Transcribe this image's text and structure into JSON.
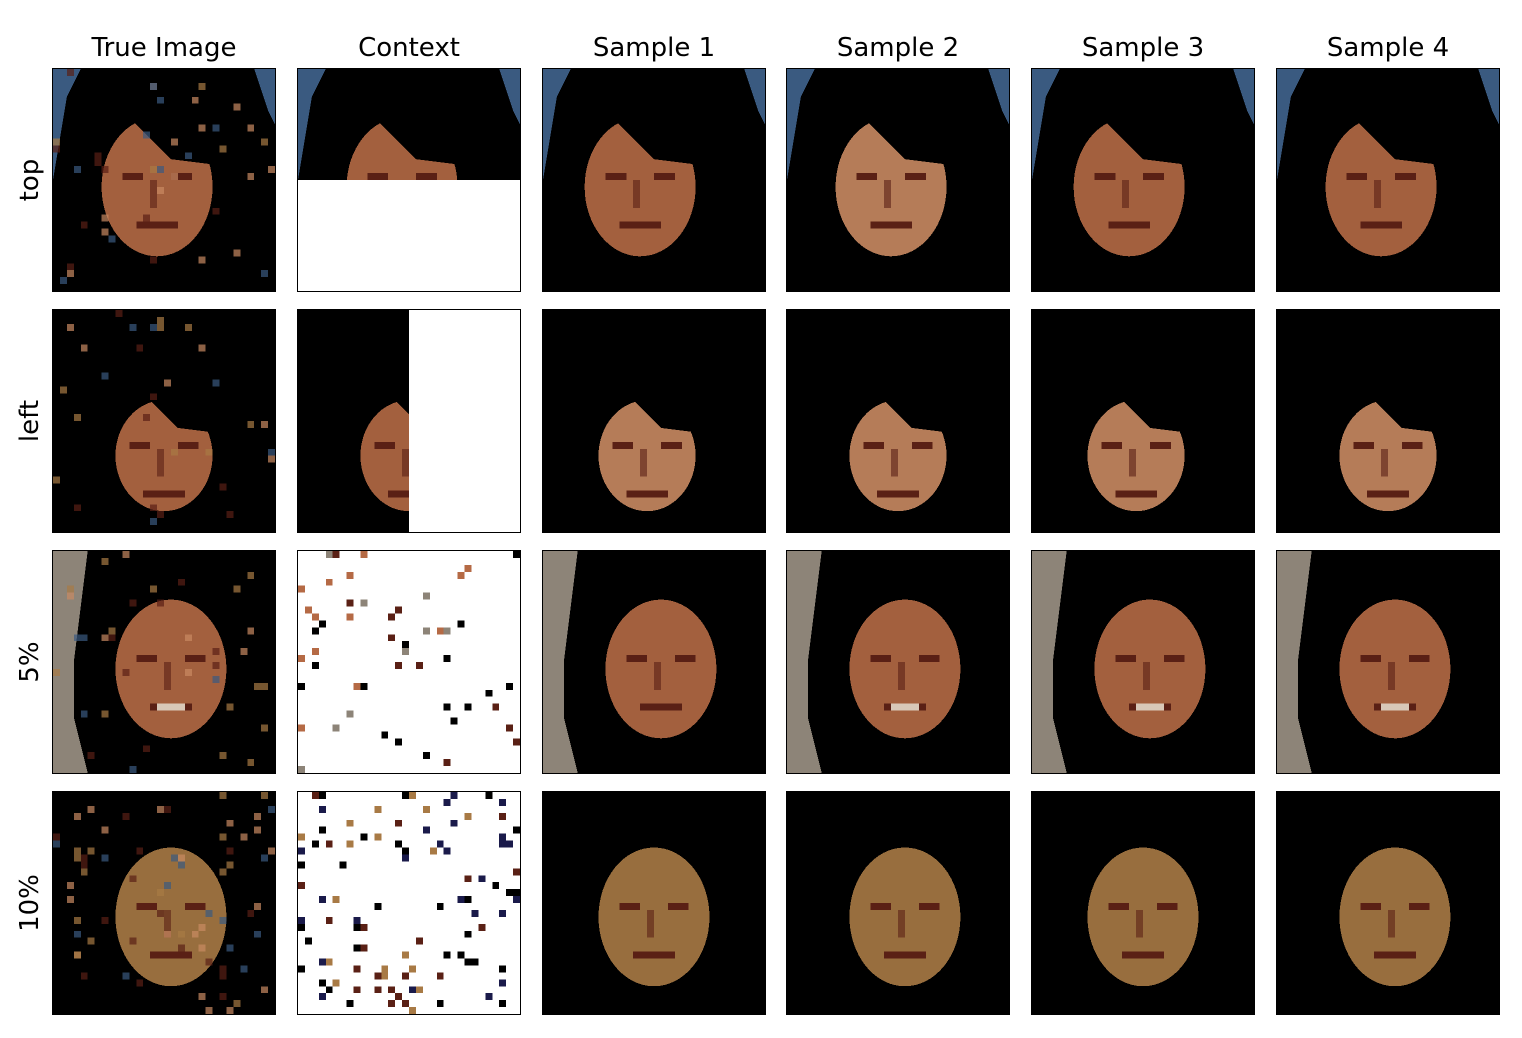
{
  "columns": [
    "True Image",
    "Context",
    "Sample 1",
    "Sample 2",
    "Sample 3",
    "Sample 4"
  ],
  "rows": [
    "top",
    "left",
    "5%",
    "10%"
  ],
  "colors": {
    "background": "#000000",
    "mask": "#ffffff",
    "skin_warm": "#b56a45",
    "skin_light": "#c98a62",
    "skin_tan": "#a87a45",
    "wall_gray": "#8d8478",
    "corner_blue": "#3a5a80",
    "mouth_dark": "#5a2015",
    "teeth": "#d8c8b8"
  }
}
